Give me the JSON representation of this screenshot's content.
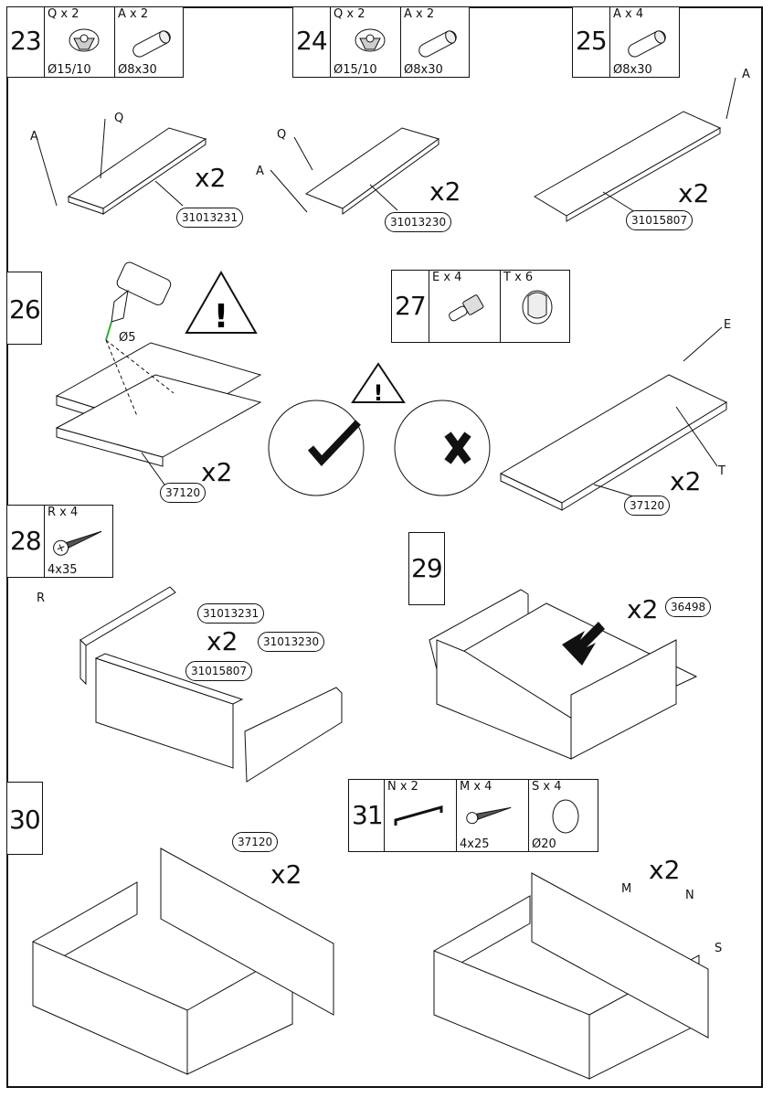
{
  "steps": {
    "s23": {
      "num": "23",
      "parts": [
        {
          "qty": "Q x 2",
          "size": "Ø15/10"
        },
        {
          "qty": "A x 2",
          "size": "Ø8x30"
        }
      ],
      "ref": "31013231",
      "mult": "x2",
      "letters": {
        "a": "A",
        "q": "Q"
      }
    },
    "s24": {
      "num": "24",
      "parts": [
        {
          "qty": "Q x 2",
          "size": "Ø15/10"
        },
        {
          "qty": "A x 2",
          "size": "Ø8x30"
        }
      ],
      "ref": "31013230",
      "mult": "x2",
      "letters": {
        "a": "A",
        "q": "Q"
      }
    },
    "s25": {
      "num": "25",
      "parts": [
        {
          "qty": "A x 4",
          "size": "Ø8x30"
        }
      ],
      "ref": "31015807",
      "mult": "x2",
      "letters": {
        "a": "A"
      }
    },
    "s26": {
      "num": "26",
      "drill": "Ø5",
      "ref": "37120",
      "mult": "x2"
    },
    "s27": {
      "num": "27",
      "parts": [
        {
          "qty": "E x 4"
        },
        {
          "qty": "T x 6"
        }
      ],
      "ref": "37120",
      "mult": "x2",
      "letters": {
        "e": "E",
        "t": "T"
      }
    },
    "s28": {
      "num": "28",
      "parts": [
        {
          "qty": "R x 4",
          "size": "4x35"
        }
      ],
      "refs": [
        "31013231",
        "31015807",
        "31013230"
      ],
      "mult": "x2",
      "letters": {
        "r": "R"
      }
    },
    "s29": {
      "num": "29",
      "ref": "36498",
      "mult": "x2"
    },
    "s30": {
      "num": "30",
      "ref": "37120",
      "mult": "x2"
    },
    "s31": {
      "num": "31",
      "parts": [
        {
          "qty": "N x 2"
        },
        {
          "qty": "M x 4",
          "size": "4x25"
        },
        {
          "qty": "S x 4",
          "size": "Ø20"
        }
      ],
      "mult": "x2",
      "letters": {
        "m": "M",
        "n": "N",
        "s": "S"
      }
    }
  },
  "icons": [
    "cam-lock-icon",
    "dowel-icon",
    "screw-icon",
    "handle-icon",
    "cap-icon",
    "drill-icon",
    "warning-icon",
    "check-icon",
    "cross-icon"
  ]
}
